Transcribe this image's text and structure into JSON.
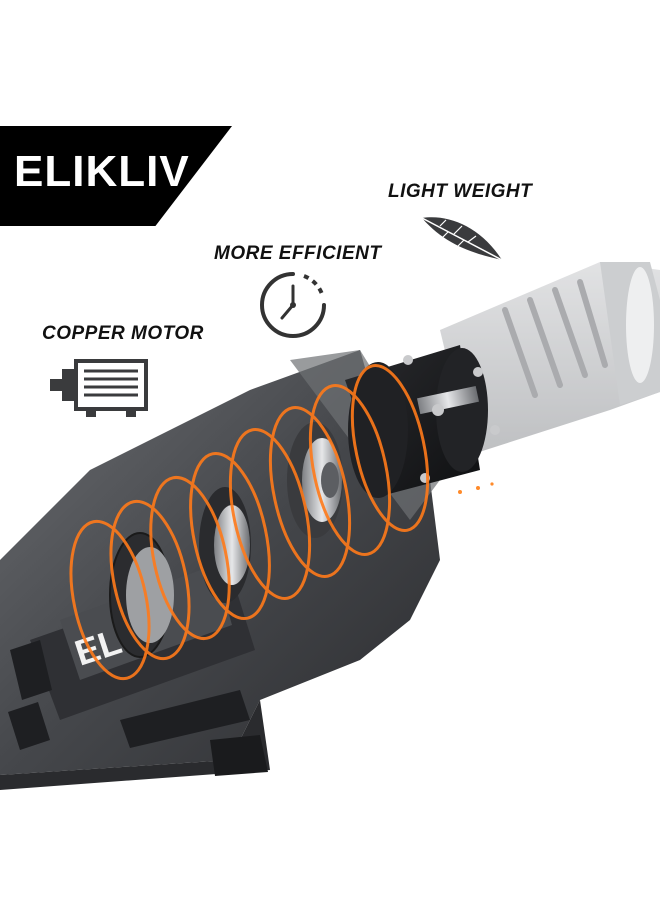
{
  "brand": {
    "banner_text": "ELIKLIV",
    "body_text": "ELI"
  },
  "features": [
    {
      "label": "LIGHT WEIGHT",
      "icon": "feather-icon"
    },
    {
      "label": "MORE EFFICIENT",
      "icon": "clock-icon"
    },
    {
      "label": "COPPER MOTOR",
      "icon": "motor-icon"
    }
  ],
  "colors": {
    "banner": "#000000",
    "accent": "#ff7a1a",
    "body_dark": "#3a3c40"
  }
}
